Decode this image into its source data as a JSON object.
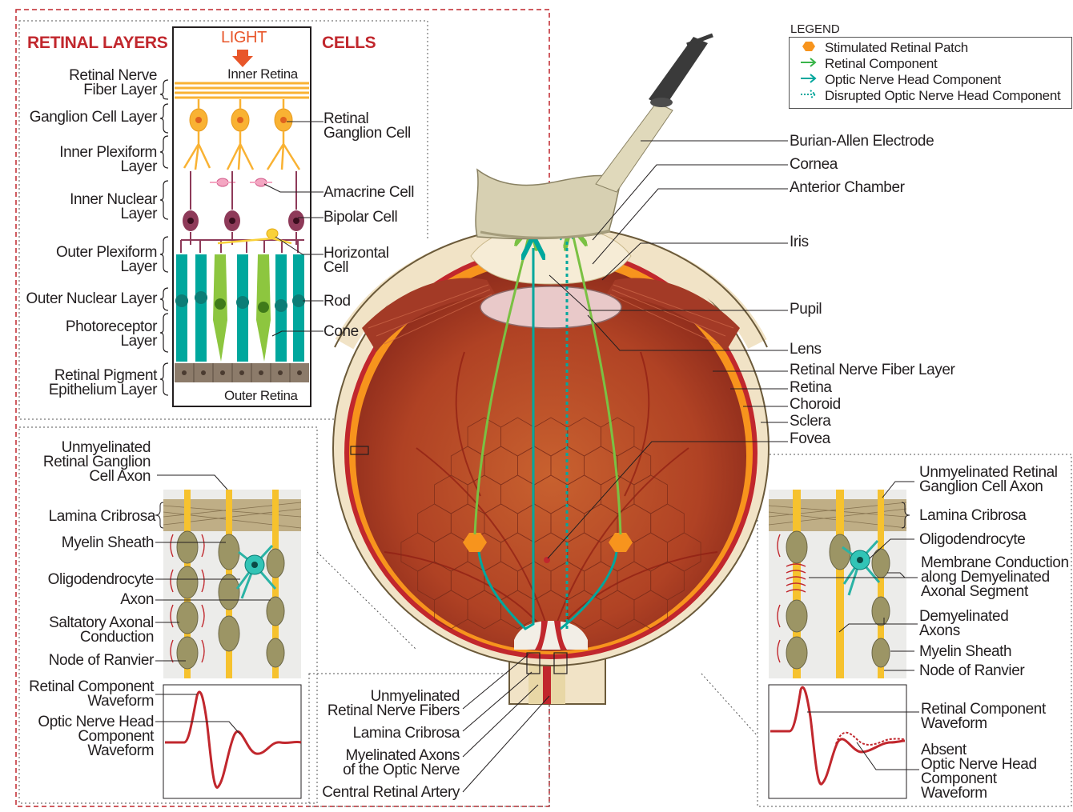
{
  "panel_left_top": {
    "header_layers": "RETINAL LAYERS",
    "header_light": "LIGHT",
    "header_cells": "CELLS",
    "inner_retina": "Inner Retina",
    "outer_retina": "Outer Retina",
    "layers": [
      "Retinal Nerve\nFiber Layer",
      "Ganglion Cell Layer",
      "Inner Plexiform\nLayer",
      "Inner Nuclear\nLayer",
      "Outer Plexiform\nLayer",
      "Outer Nuclear Layer",
      "Photoreceptor\nLayer",
      "Retinal Pigment\nEpithelium Layer"
    ],
    "cells": [
      "Retinal\nGanglion Cell",
      "Amacrine Cell",
      "Bipolar Cell",
      "Horizontal\nCell",
      "Rod",
      "Cone"
    ]
  },
  "panel_left_bottom": {
    "labels": [
      "Unmyelinated\nRetinal Ganglion\nCell Axon",
      "Lamina Cribrosa",
      "Myelin Sheath",
      "Oligodendrocyte",
      "Axon",
      "Saltatory Axonal\nConduction",
      "Node of Ranvier"
    ],
    "waveform_labels": [
      "Retinal Component\nWaveform",
      "Optic Nerve Head\nComponent\nWaveform"
    ]
  },
  "eye": {
    "right_labels": [
      "Burian-Allen Electrode",
      "Cornea",
      "Anterior Chamber",
      "Iris",
      "Pupil",
      "Lens",
      "Retinal Nerve Fiber Layer",
      "Retina",
      "Choroid",
      "Sclera",
      "Fovea"
    ],
    "bottom_labels": [
      "Unmyelinated\nRetinal Nerve Fibers",
      "Lamina Cribrosa",
      "Myelinated Axons\nof the Optic Nerve",
      "Central Retinal Artery"
    ]
  },
  "panel_right": {
    "labels": [
      "Unmyelinated Retinal\nGanglion Cell Axon",
      "Lamina Cribrosa",
      "Oligodendrocyte",
      "Membrane Conduction\nalong Demyelinated\nAxonal Segment",
      "Demyelinated\nAxons",
      "Myelin Sheath",
      "Node of Ranvier"
    ],
    "waveform_labels": [
      "Retinal Component\nWaveform",
      "Absent\nOptic Nerve Head\nComponent\nWaveform"
    ]
  },
  "legend": {
    "title": "LEGEND",
    "items": [
      {
        "label": "Stimulated Retinal Patch",
        "icon": "orange-hexagon",
        "color": "#f7941d"
      },
      {
        "label": "Retinal Component",
        "icon": "green-arrow",
        "color": "#39b54a"
      },
      {
        "label": "Optic Nerve Head Component",
        "icon": "teal-arrow",
        "color": "#00a79d"
      },
      {
        "label": "Disrupted Optic Nerve Head Component",
        "icon": "dotted-teal-arrow",
        "color": "#00a79d"
      }
    ]
  },
  "colors": {
    "header_red": "#c1272d",
    "border_red": "#c1272d",
    "fundus": "#b5472a",
    "sclera": "#f1e3c6",
    "retina_orange": "#f7941d",
    "rod_teal": "#00a79d",
    "cone_green": "#8dc63f",
    "ganglion_orange": "#f9b233",
    "bipolar_purple": "#8e3a59",
    "waveform_red": "#c1272d"
  }
}
